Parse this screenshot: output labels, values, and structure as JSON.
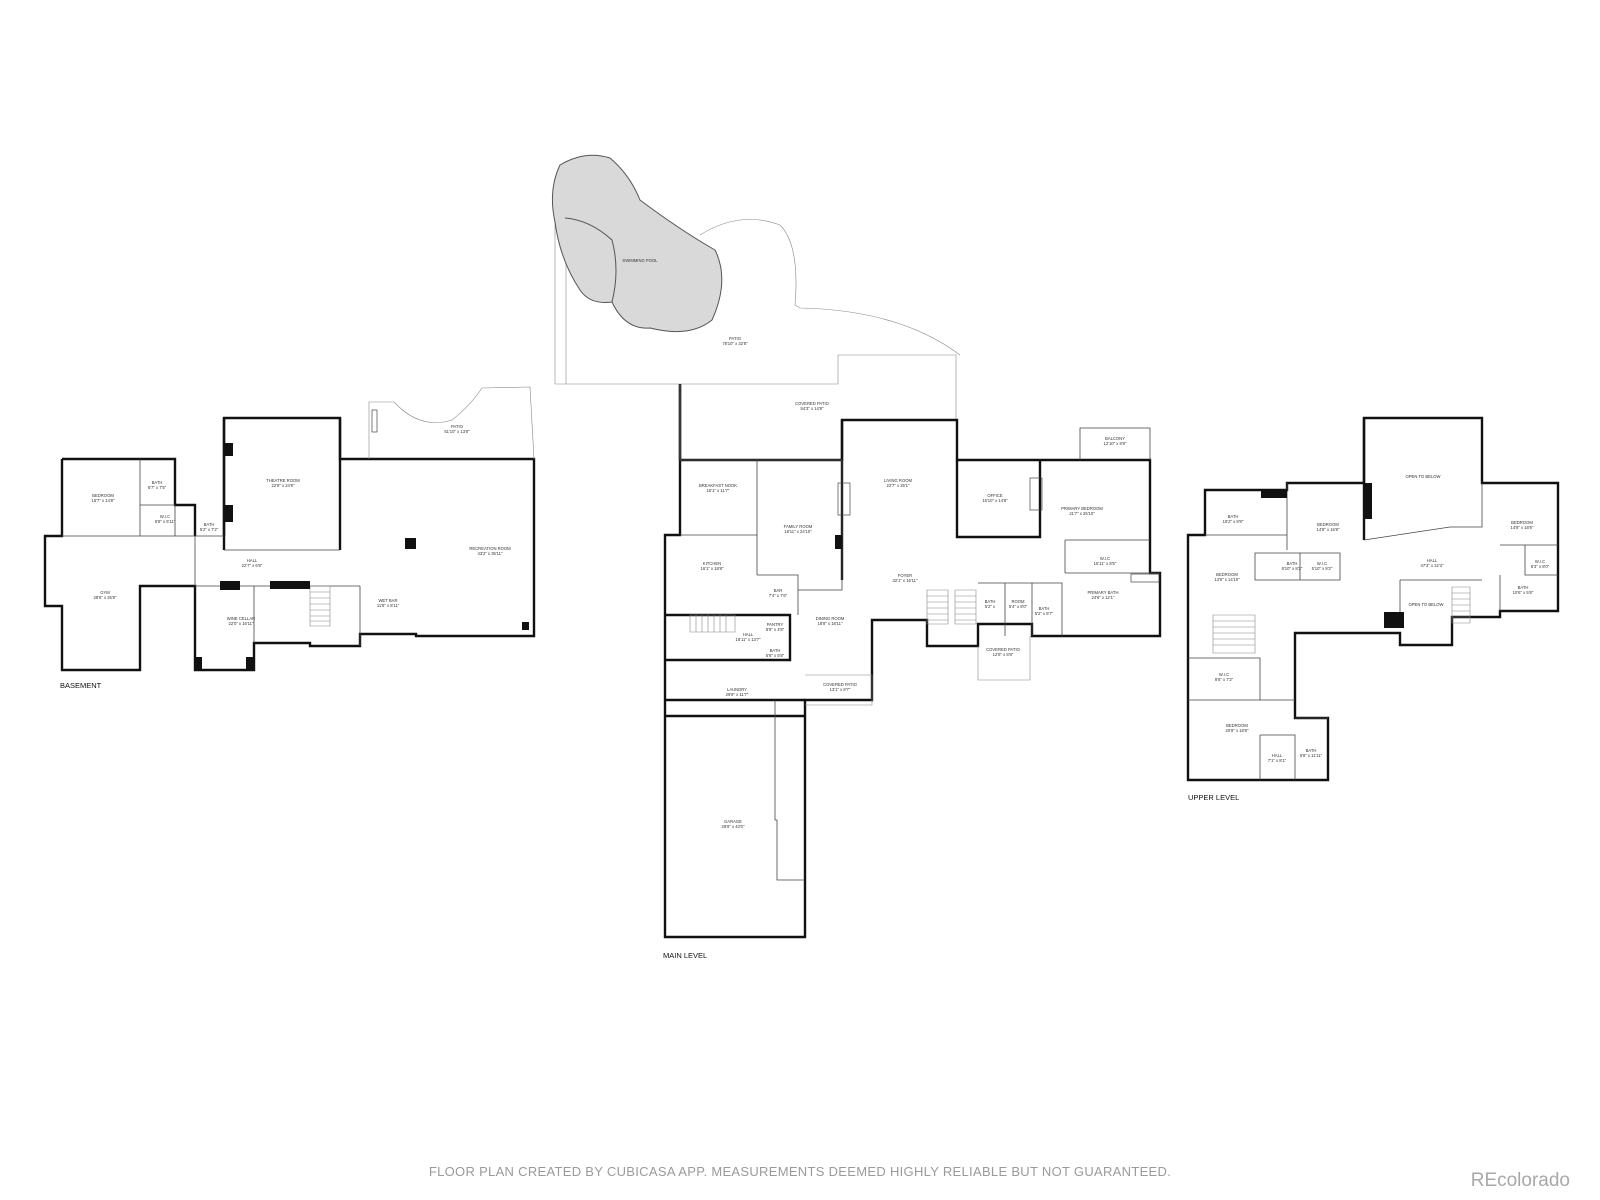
{
  "levels": {
    "basement": "BASEMENT",
    "main": "MAIN LEVEL",
    "upper": "UPPER LEVEL"
  },
  "rooms": {
    "bsmt_bedroom": "BEDROOM\n15'7\" x 14'8\"",
    "bsmt_bath1": "BATH\n6'7\" x 7'5\"",
    "bsmt_wic": "W.I.C\n6'8\" x 6'11\"",
    "bsmt_bath2": "BATH\n5'2\" x 7'2\"",
    "theatre": "THEATRE ROOM\n22'8\" x 24'8\"",
    "bsmt_patio": "PATIO\n51'10\" x 13'8\"",
    "recreation": "RECREATION ROOM\n43'2\" x 35'11\"",
    "bsmt_hall": "HALL\n22'7\" x 6'8\"",
    "gym": "GYM\n28'6\" x 25'8\"",
    "wine": "WINE CELLAR\n22'0\" x 16'11\"",
    "wetbar": "WET BAR\n11'8\" x 8'11\"",
    "pool": "SWIMMING POOL",
    "main_patio": "PATIO\n78'10\" x 32'8\"",
    "covered_patio": "COVERED PATIO\n54'3\" x 14'8\"",
    "balcony": "BALCONY\n12'10\" x 8'8\"",
    "breakfast": "BREAKFAST NOOK\n16'1\" x 11'7\"",
    "family": "FAMILY ROOM\n18'11\" x 24'10\"",
    "living": "LIVING ROOM\n22'7\" x 25'1\"",
    "office": "OFFICE\n15'10\" x 14'8\"",
    "primary_bed": "PRIMARY BEDROOM\n21'7\" x 25'10\"",
    "kitchen": "KITCHEN\n16'1\" x 18'8\"",
    "main_bar": "BAR\n7'4\" x 7'6\"",
    "foyer": "FOYER\n32'1\" x 16'11\"",
    "main_wic": "W.I.C\n15'11\" x 8'5\"",
    "main_bath1": "BATH\n5'2\" x",
    "main_room": "ROOM\n5'4\" x 8'0\"",
    "main_bath2": "BATH\n5'2\" x 5'7\"",
    "primary_bath": "PRIMARY BATH\n24'6\" x 12'1\"",
    "main_hall": "HALL\n18'11\" x 13'7\"",
    "pantry": "PANTRY\n8'8\" x 4'8\"",
    "main_bath3": "BATH\n5'8\" x 5'8\"",
    "dining": "DINING ROOM\n18'8\" x 18'11\"",
    "covered_patio2": "COVERED PATIO\n12'8\" x 8'8\"",
    "covered_patio3": "COVERED PATIO\n13'1\" x 8'7\"",
    "laundry": "LAUNDRY\n29'8\" x 11'7\"",
    "garage": "GARAGE\n28'8\" x 43'0\"",
    "open_below1": "OPEN TO BELOW",
    "up_bath1": "BATH\n18'2\" x 8'8\"",
    "up_bed1": "BEDROOM\n14'8\" x 16'8\"",
    "up_bed2": "BEDROOM\n14'8\" x 18'6\"",
    "up_bed3": "BEDROOM\n13'8\" x 14'10\"",
    "up_bath2": "BATH\n8'10\" x 8'2\"",
    "up_wic1": "W.I.C\n5'10\" x 8'2\"",
    "up_hall": "HALL\n47'3\" x 22'3\"",
    "up_wic2": "W.I.C\n8'3\" x 8'0\"",
    "up_bath3": "BATH\n10'6\" x 5'8\"",
    "open_below2": "OPEN TO BELOW",
    "up_wic3": "W.I.C\n8'6\" x 7'2\"",
    "up_bed4": "BEDROOM\n20'8\" x 18'8\"",
    "up_hall2": "HALL\n7'1\" x 8'1\"",
    "up_bath4": "BATH\n5'8\" x 11'11\""
  },
  "footer": {
    "disclaimer": "FLOOR PLAN CREATED BY CUBICASA APP. MEASUREMENTS DEEMED HIGHLY RELIABLE BUT NOT GUARANTEED.",
    "brand": "REcolorado"
  },
  "colors": {
    "wall": "#111111",
    "pool_fill": "#d9d9d9",
    "footer_text": "#9a9a9a",
    "brand_text": "#a8a8a8"
  }
}
